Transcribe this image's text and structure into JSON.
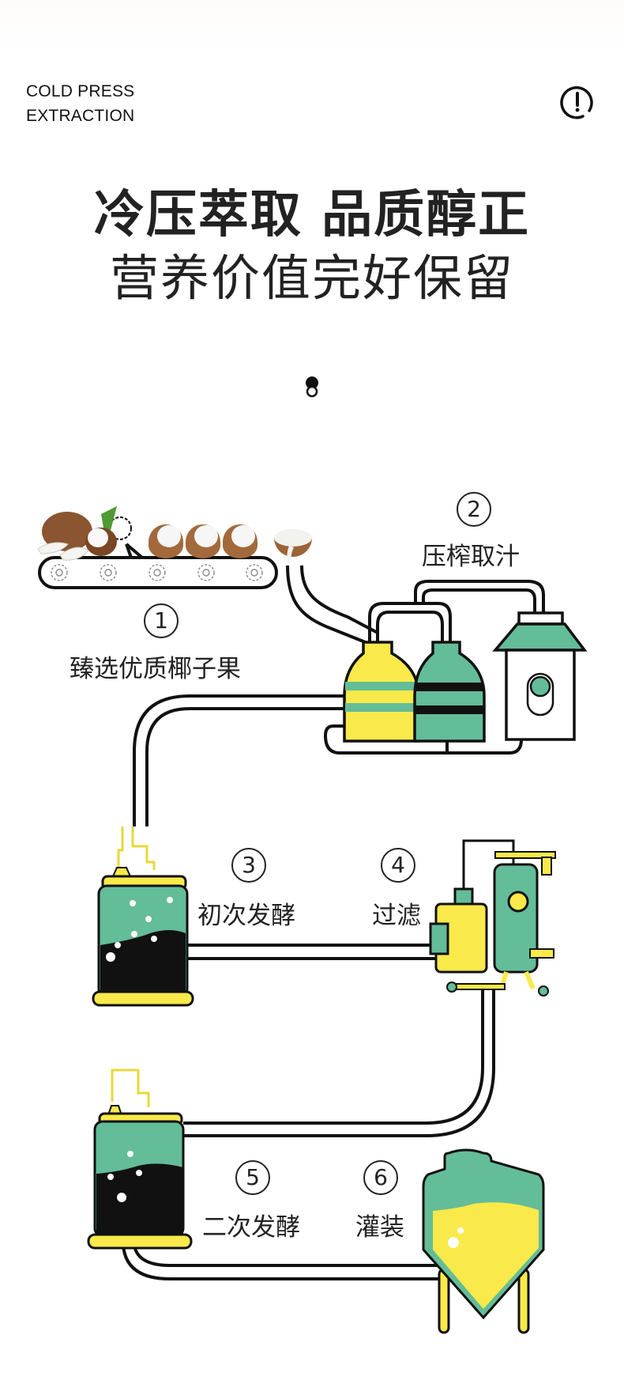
{
  "header": {
    "eng_line1": "COLD PRESS",
    "eng_line2": "EXTRACTION",
    "alert_icon": "exclamation-circle-icon"
  },
  "headline": {
    "line1": "冷压萃取 品质醇正",
    "line2": "营养价值完好保留"
  },
  "colors": {
    "green": "#63bd98",
    "yellow": "#f9e94a",
    "black": "#111111",
    "coconut_brown": "#8a5530"
  },
  "steps": [
    {
      "number": "1",
      "label": "臻选优质椰子果"
    },
    {
      "number": "2",
      "label": "压榨取汁"
    },
    {
      "number": "3",
      "label": "初次发酵"
    },
    {
      "number": "4",
      "label": "过滤"
    },
    {
      "number": "5",
      "label": "二次发酵"
    },
    {
      "number": "6",
      "label": "灌装"
    }
  ]
}
